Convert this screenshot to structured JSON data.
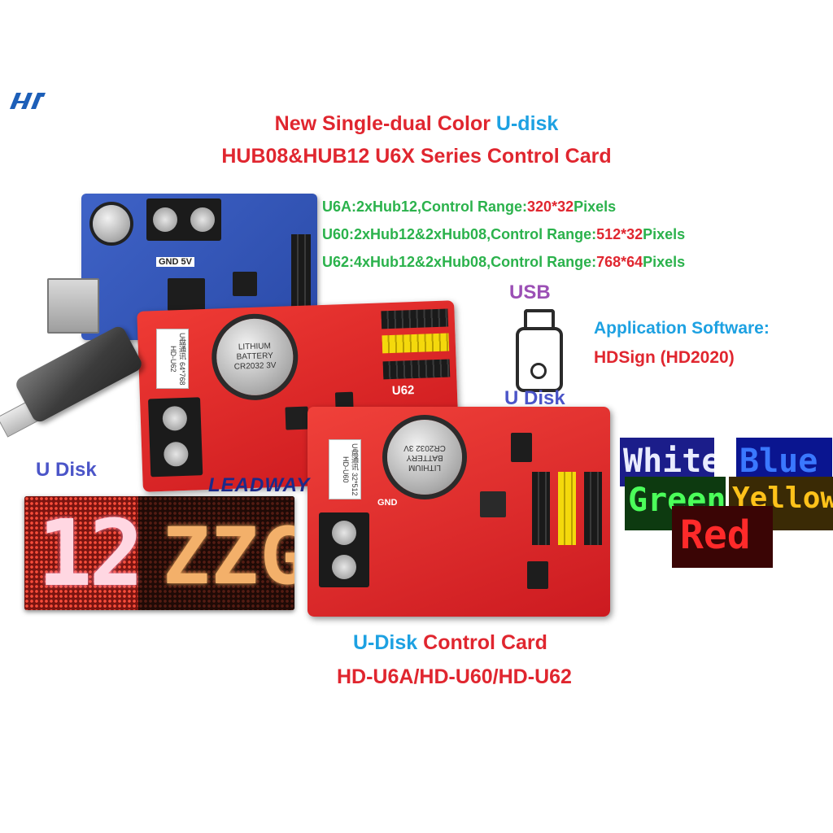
{
  "title": {
    "line1_red": "New Single-dual Color",
    "line1_blue": "U-disk",
    "line2": "HUB08&HUB12 U6X Series Control Card"
  },
  "specs": [
    {
      "prefix": "U6A:2xHub12,Control Range:",
      "range": "320*32",
      "suffix": "Pixels"
    },
    {
      "prefix": "U60:2xHub12&2xHub08,Control Range:",
      "range": "512*32",
      "suffix": "Pixels"
    },
    {
      "prefix": "U62:4xHub12&2xHub08,Control Range:",
      "range": "768*64",
      "suffix": "Pixels"
    }
  ],
  "usb_label": "USB",
  "udisk_label_right": "U Disk",
  "udisk_label_left": "U Disk",
  "software": {
    "heading": "Application Software:",
    "name": "HDSign (HD2020)"
  },
  "board_silk": {
    "gnd_5v": "GND 5V",
    "u62": "U62",
    "battery": "LITHIUM BATTERY CR2032 3V",
    "label1": "U盘通讯 64*768 HD-U62",
    "label2": "U盘通讯 32*512 HD-U60",
    "gnd": "GND"
  },
  "led_panel": {
    "number": "12",
    "text": "ZZG"
  },
  "color_panels": [
    "White",
    "Blue",
    "Green",
    "Yellow",
    "Red"
  ],
  "watermark": "LEADWAY",
  "caption": {
    "line1_blue": "U-Disk",
    "line1_red": "Control Card",
    "line2": "HD-U6A/HD-U60/HD-U62"
  },
  "colors": {
    "accent_red": "#e0262f",
    "accent_blue": "#1da1e2",
    "spec_green": "#2bb24c",
    "usb_purple": "#9b4fb5",
    "udisk_indigo": "#4b55c8"
  }
}
